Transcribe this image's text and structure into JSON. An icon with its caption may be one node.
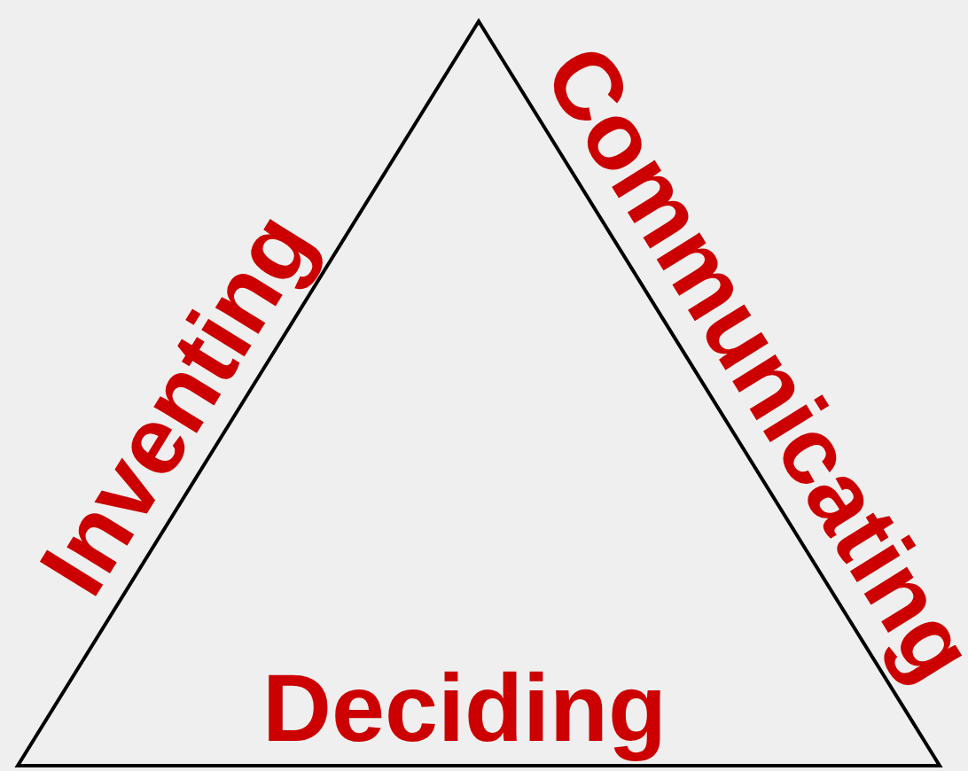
{
  "diagram": {
    "labels": [
      "Inventing",
      "Communicating",
      "Deciding"
    ]
  }
}
